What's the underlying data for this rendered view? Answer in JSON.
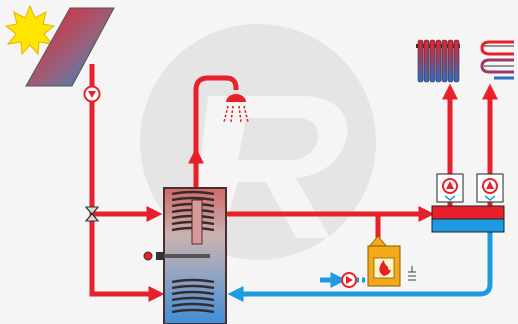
{
  "diagram": {
    "type": "solar-thermal-heating-schematic",
    "components": [
      {
        "id": "sun",
        "icon": "sun-icon"
      },
      {
        "id": "solar-collector",
        "icon": "solar-panel-icon"
      },
      {
        "id": "solar-pump",
        "icon": "pump-icon"
      },
      {
        "id": "mixing-valve",
        "icon": "valve-icon"
      },
      {
        "id": "storage-tank",
        "icon": "boiler-tank-icon"
      },
      {
        "id": "electric-heater",
        "icon": "heating-element-icon"
      },
      {
        "id": "shower",
        "icon": "shower-icon"
      },
      {
        "id": "boiler",
        "icon": "flame-icon"
      },
      {
        "id": "boiler-pump",
        "icon": "pump-icon"
      },
      {
        "id": "distribution-manifold",
        "icon": "manifold-icon"
      },
      {
        "id": "radiator-pump",
        "icon": "pump-icon"
      },
      {
        "id": "floor-pump",
        "icon": "pump-icon"
      },
      {
        "id": "radiator",
        "icon": "radiator-icon"
      },
      {
        "id": "floor-heating",
        "icon": "floor-heating-coil-icon"
      },
      {
        "id": "watermark",
        "icon": "r-logo-watermark"
      }
    ],
    "colors": {
      "hot_pipe": "#e8202a",
      "cold_pipe": "#1e9be0",
      "background": "#f5f5f5",
      "tank_body": "#6b4a4a",
      "coil": "#3a2b2b",
      "boiler_body": "#f3a91a",
      "sun": "#ffe600",
      "watermark": "#e3e3e3"
    }
  }
}
